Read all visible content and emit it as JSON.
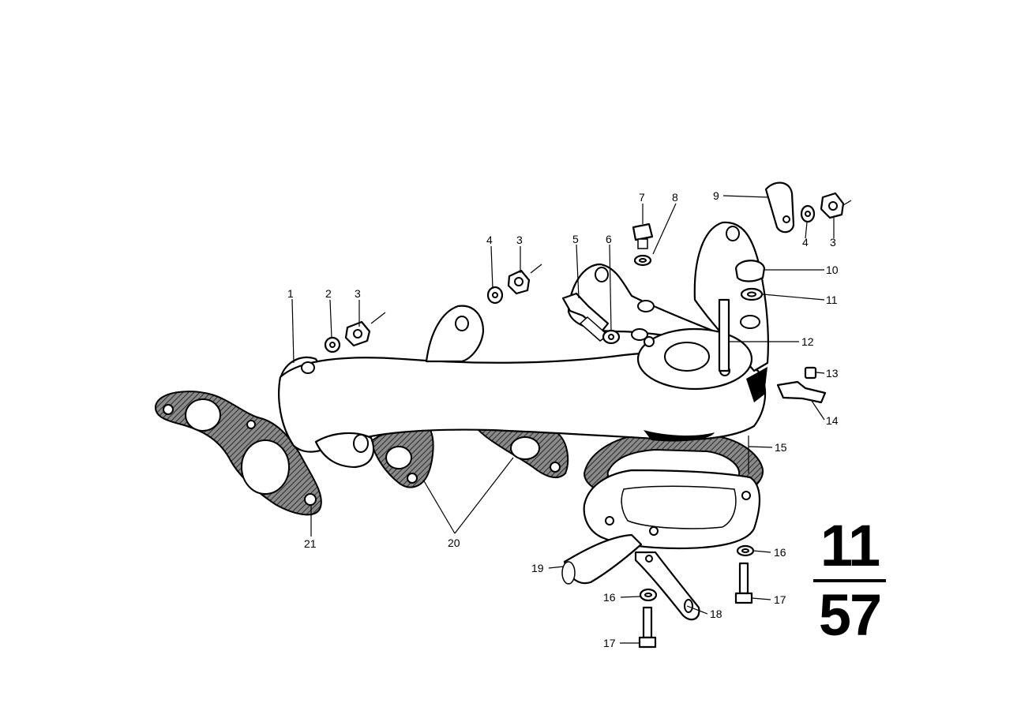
{
  "callouts": [
    {
      "id": "c1",
      "text": "1"
    },
    {
      "id": "c2",
      "text": "2"
    },
    {
      "id": "c3a",
      "text": "3"
    },
    {
      "id": "c4a",
      "text": "4"
    },
    {
      "id": "c3b",
      "text": "3"
    },
    {
      "id": "c5",
      "text": "5"
    },
    {
      "id": "c6",
      "text": "6"
    },
    {
      "id": "c7",
      "text": "7"
    },
    {
      "id": "c8",
      "text": "8"
    },
    {
      "id": "c9",
      "text": "9"
    },
    {
      "id": "c4b",
      "text": "4"
    },
    {
      "id": "c3c",
      "text": "3"
    },
    {
      "id": "c10",
      "text": "10"
    },
    {
      "id": "c11",
      "text": "11"
    },
    {
      "id": "c12",
      "text": "12"
    },
    {
      "id": "c13",
      "text": "13"
    },
    {
      "id": "c14",
      "text": "14"
    },
    {
      "id": "c15",
      "text": "15"
    },
    {
      "id": "c16a",
      "text": "16"
    },
    {
      "id": "c17a",
      "text": "17"
    },
    {
      "id": "c18",
      "text": "18"
    },
    {
      "id": "c16b",
      "text": "16"
    },
    {
      "id": "c17b",
      "text": "17"
    },
    {
      "id": "c19",
      "text": "19"
    },
    {
      "id": "c20",
      "text": "20"
    },
    {
      "id": "c21",
      "text": "21"
    }
  ],
  "group_code": {
    "top": "11",
    "bottom": "57"
  }
}
